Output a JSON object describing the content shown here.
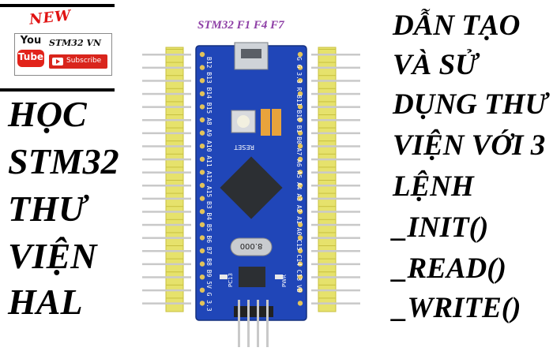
{
  "badge": {
    "text": "NEW"
  },
  "youtube": {
    "you": "You",
    "tube": "Tube",
    "channel": "STM32 VN",
    "subscribe": "Subscribe"
  },
  "left_title": {
    "lines": [
      "HỌC",
      "STM32",
      "THƯ",
      "VIỆN",
      "HAL"
    ]
  },
  "board_label": "STM32 F1 F4 F7",
  "right_text": {
    "lines": [
      "DẪN TẠO",
      "VÀ SỬ",
      "DỤNG THƯ",
      "VIỆN VỚI 3",
      "LỆNH",
      "_INIT()",
      "_READ()",
      "_WRITE()"
    ]
  },
  "board": {
    "crystal": "8.000",
    "reset": "RESET",
    "left_pins": "B12 B13 B14 B15 A8 A9 A10 A11 A12 A15 B3 B4 B5 B6 B7 B8 B9 5V G 3.3",
    "right_pins": "G G 3.3 R B11 B10 B1 B0 A7 A6 A5 A4 A3 A2 A1 A0 C15 C14 C13 VB",
    "pc13": "PC13",
    "pwr": "PWR"
  },
  "colors": {
    "board": "#2046b8",
    "pin_header": "#e8e46a",
    "badge": "#e01212",
    "label": "#8e3fa6"
  }
}
